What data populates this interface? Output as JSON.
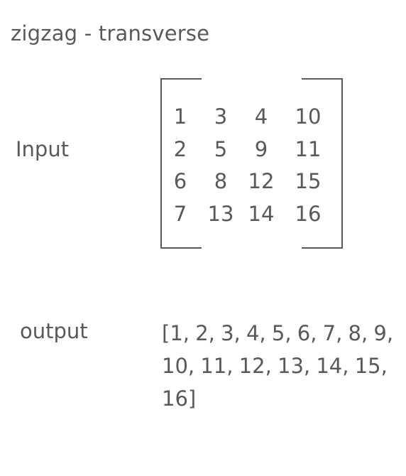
{
  "title": "zigzag - transverse",
  "input_label": "Input",
  "output_label": "output",
  "matrix": [
    [
      "1",
      "3",
      "4",
      "10"
    ],
    [
      "2",
      "5",
      "9",
      "11"
    ],
    [
      "6",
      "8",
      "12",
      "15"
    ],
    [
      "7",
      "13",
      "14",
      "16"
    ]
  ],
  "output_lines": [
    "[1, 2, 3, 4, 5, 6, 7, 8, 9,",
    "10, 11, 12, 13, 14, 15,",
    "16]"
  ]
}
